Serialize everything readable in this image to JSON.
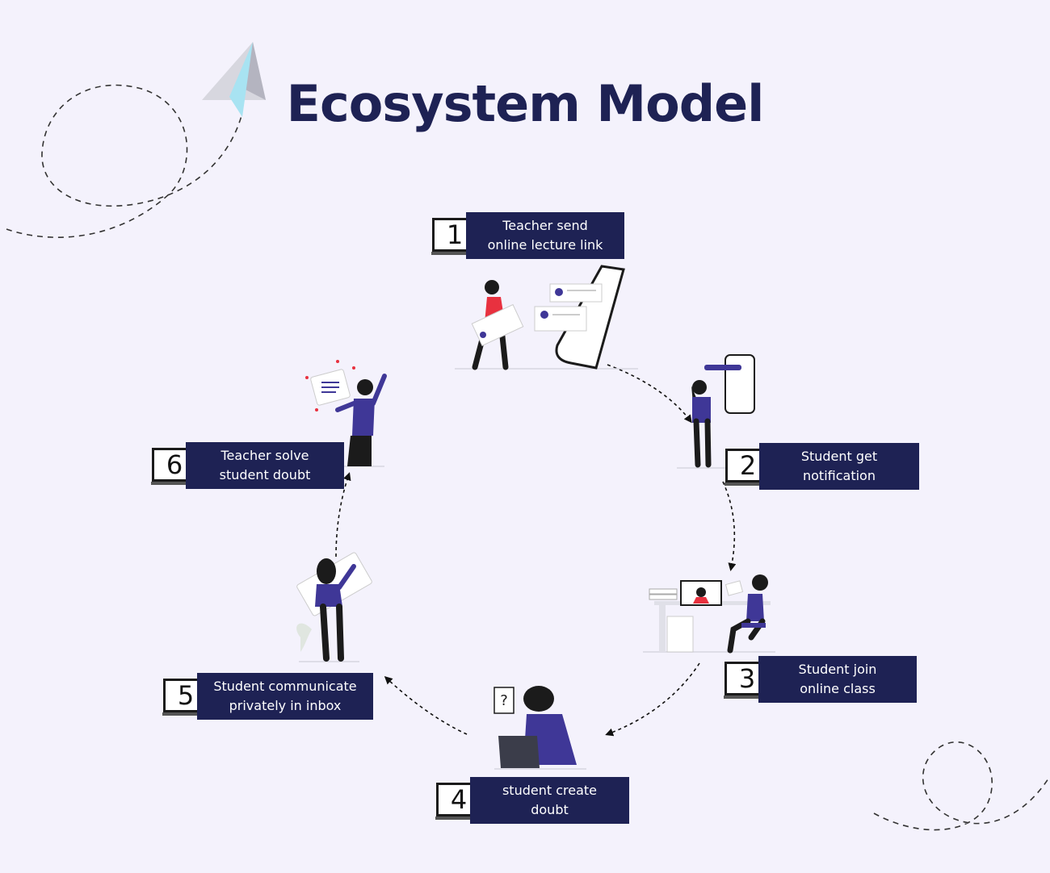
{
  "title": "Ecosystem Model",
  "colors": {
    "navy": "#1e2254",
    "purple": "#3f3797",
    "red": "#e8313f",
    "background": "#f4f2fc"
  },
  "steps": [
    {
      "number": "1",
      "label": "Teacher send\nonline lecture link"
    },
    {
      "number": "2",
      "label": "Student get\nnotification"
    },
    {
      "number": "3",
      "label": "Student join\nonline class"
    },
    {
      "number": "4",
      "label": "student create\ndoubt"
    },
    {
      "number": "5",
      "label": "Student communicate\nprivately in inbox"
    },
    {
      "number": "6",
      "label": "Teacher solve\nstudent doubt"
    }
  ],
  "question_mark": "?"
}
